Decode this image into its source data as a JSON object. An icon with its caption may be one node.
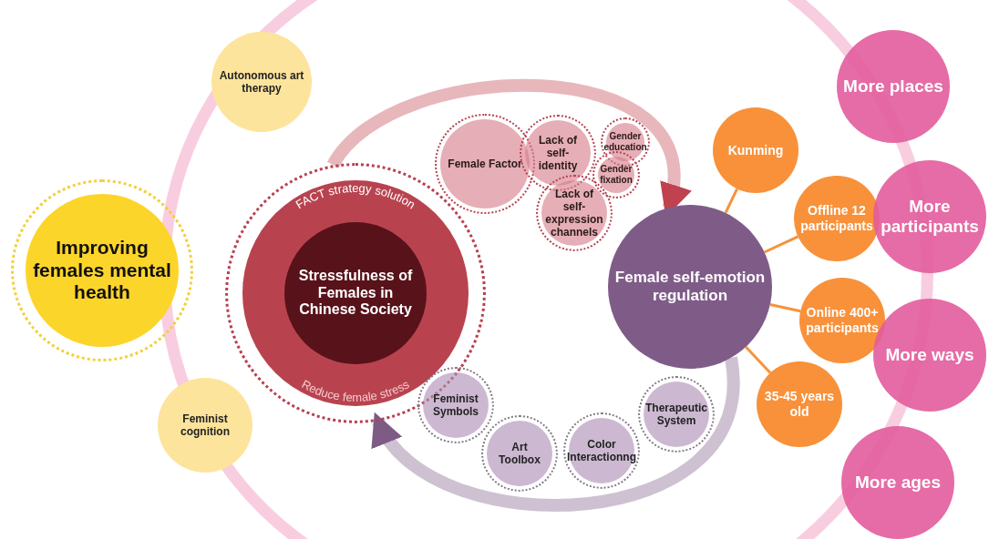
{
  "diagram": {
    "nodes": [
      {
        "text": [
          "Improving females mental health"
        ]
      },
      {
        "text": [
          "Autonomous art therapy"
        ]
      },
      {
        "text": [
          "Feminist cognition"
        ]
      },
      {
        "text": [
          "FACT strategy solution",
          "Reduce female stress"
        ]
      },
      {
        "text": [
          "Stressfulness of Females in Chinese Society"
        ],
        "in": 3
      },
      {
        "text": [
          "Female Factor"
        ]
      },
      {
        "text": [
          "Lack of self-identity"
        ]
      },
      {
        "text": [
          "Gender education"
        ]
      },
      {
        "text": [
          "Gender fixation"
        ]
      },
      {
        "text": [
          "Lack of self-expression channels"
        ]
      },
      {
        "text": [
          "Female self-emotion regulation"
        ]
      },
      {
        "text": [
          "Kunming"
        ]
      },
      {
        "text": [
          "Offline 12 participants"
        ]
      },
      {
        "text": [
          "Online 400+ participants"
        ]
      },
      {
        "text": [
          "35-45 years old"
        ]
      },
      {
        "text": [
          "More places"
        ]
      },
      {
        "text": [
          "More participants"
        ]
      },
      {
        "text": [
          "More ways"
        ]
      },
      {
        "text": [
          "More ages"
        ]
      },
      {
        "text": [
          "Feminist Symbols"
        ]
      },
      {
        "text": [
          "Art Toolbox"
        ]
      },
      {
        "text": [
          "Color Interactionng"
        ]
      },
      {
        "text": [
          "Therapeutic System"
        ]
      }
    ],
    "edges": [
      {
        "from": 3,
        "to": 10,
        "arrow": "to",
        "style": "thick",
        "color": "#c0414f"
      },
      {
        "from": 10,
        "to": 3,
        "arrow": "to",
        "style": "thick",
        "color": "#7d5b85"
      },
      {
        "from": 10,
        "to": 11,
        "arrow": "none"
      },
      {
        "from": 10,
        "to": 12,
        "arrow": "none"
      },
      {
        "from": 10,
        "to": 13,
        "arrow": "none"
      },
      {
        "from": 10,
        "to": 14,
        "arrow": "none"
      }
    ]
  }
}
